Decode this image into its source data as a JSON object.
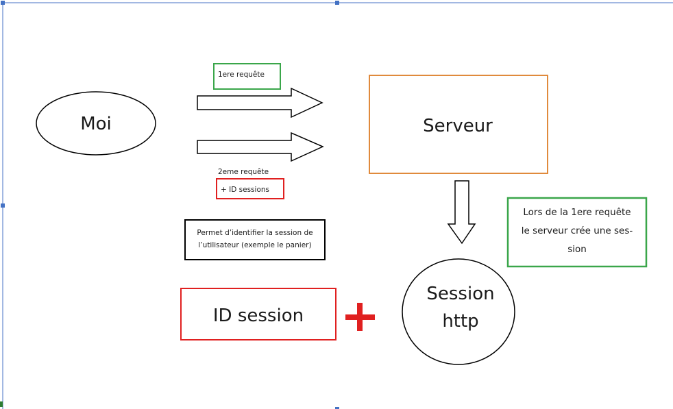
{
  "nodes": {
    "moi": "Moi",
    "serveur": "Serveur",
    "session_line1": "Session",
    "session_line2": "http",
    "id_session": "ID session"
  },
  "labels": {
    "first_request": "1ere requête",
    "second_request": "2eme requête",
    "id_sessions": "+ ID sessions",
    "note_line1": "Permet d’identifier la session de",
    "note_line2": "l’utilisateur (exemple le panier)",
    "server_note_line1": "Lors de la 1ere requête",
    "server_note_line2": "le serveur crée une ses-",
    "server_note_line3": "sion"
  },
  "colors": {
    "green": "#3aa64a",
    "red": "#e02020",
    "orange": "#e08a3c",
    "black": "#000000",
    "selection_blue": "#4472c4"
  }
}
